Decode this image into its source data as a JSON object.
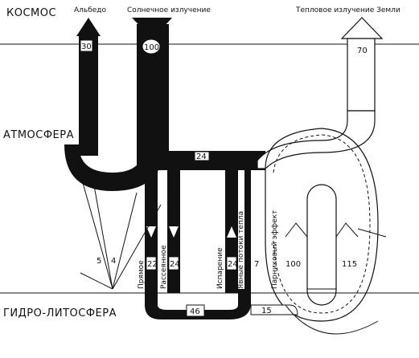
{
  "zones": {
    "space": "КОСМОС",
    "atmosphere": "АТМОСФЕРА",
    "hydro_lithosphere": "ГИДРО-ЛИТОСФЕРА"
  },
  "top_labels": {
    "albedo": "Альбедо",
    "solar": "Солнечное излучение",
    "thermal": "Тепловое излучение Земли"
  },
  "flow_labels": {
    "direct": "Прямое",
    "scattered": "Рассеянное",
    "evaporation": "Испарение",
    "sensible_heat": "Явные потоки тепла",
    "greenhouse": "Парниковый эффект"
  },
  "values": {
    "albedo": "30",
    "solar": "100",
    "thermal_out": "70",
    "atmos_absorb": "24",
    "direct": "22",
    "scattered": "24",
    "evaporation": "24",
    "surface_total": "46",
    "sensible_heat": "7",
    "reflect_5": "5",
    "reflect_4": "4",
    "surface_ir": "15",
    "greenhouse_100": "100",
    "loop_115": "115"
  },
  "colors": {
    "ink": "#111111",
    "paper": "#ffffff"
  }
}
